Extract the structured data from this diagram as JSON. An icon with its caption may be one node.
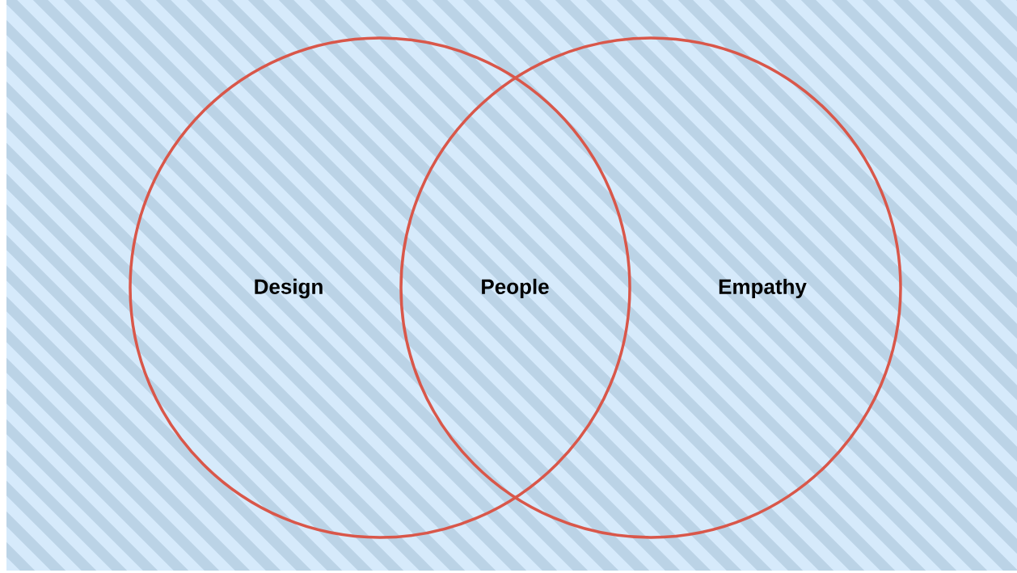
{
  "diagram": {
    "nodes": [
      {
        "text": [
          "Design"
        ]
      },
      {
        "text": [
          "Empathy"
        ]
      }
    ],
    "labels": [
      "People"
    ]
  }
}
